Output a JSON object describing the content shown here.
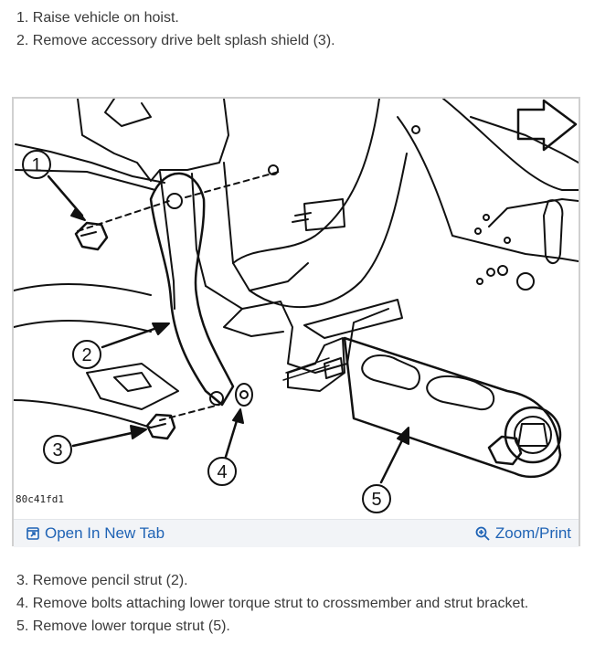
{
  "steps_before": [
    "1. Raise vehicle on hoist.",
    "2. Remove accessory drive belt splash shield (3)."
  ],
  "figure": {
    "code": "80c41fd1",
    "callouts": [
      "1",
      "2",
      "3",
      "4",
      "5"
    ],
    "open_link": "Open In New Tab",
    "zoom_link": "Zoom/Print",
    "icons": {
      "open": "open-new-tab-icon",
      "zoom": "zoom-icon"
    }
  },
  "steps_after": [
    "3. Remove pencil strut (2).",
    "4. Remove bolts attaching lower torque strut to crossmember and strut bracket.",
    "5. Remove lower torque strut (5)."
  ],
  "colors": {
    "link": "#1f63b5",
    "toolbar_bg": "#f2f4f7",
    "border": "#d0d0d0"
  }
}
